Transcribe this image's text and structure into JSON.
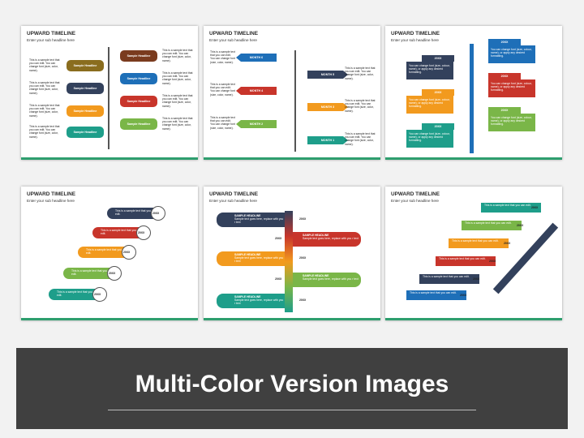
{
  "slide_title": "UPWARD TIMELINE",
  "slide_subtitle": "Enter your sub headline here",
  "s1": {
    "left_text": "This is a sample text that you can edit. You can change font (size, color, name).",
    "right_text": "This is a sample text that you can edit. You can change font (size, color, name).",
    "pill_label": "Sample Headline"
  },
  "s2": {
    "months_left": [
      "MONTH 6",
      "MONTH 4",
      "MONTH 2"
    ],
    "months_right": [
      "MONTH 5",
      "MONTH 3",
      "MONTH 1"
    ],
    "text": "This is a sample text that you can edit. You can change font (size, color, name)."
  },
  "s3": {
    "year": "20XX",
    "text": "You can change font (size, colour, name), or apply any desired formatting."
  },
  "s4": {
    "year": "20XX",
    "text": "This is a sample text that you can edit."
  },
  "s5": {
    "headline": "SAMPLE HEADLINE",
    "text": "Sample text goes here, replace with you r text",
    "year": "20XX"
  },
  "s6": {
    "year": "20XX",
    "text": "This is a sample text that you can edit."
  },
  "banner": {
    "title": "Multi-Color Version Images"
  },
  "colors": {
    "accent_bar": "#2e9e6e",
    "teal": "#1e9e8a",
    "green": "#7ab648",
    "orange": "#f29a1e",
    "red": "#c8352b",
    "navy": "#33415c",
    "banner_bg": "#404040"
  }
}
